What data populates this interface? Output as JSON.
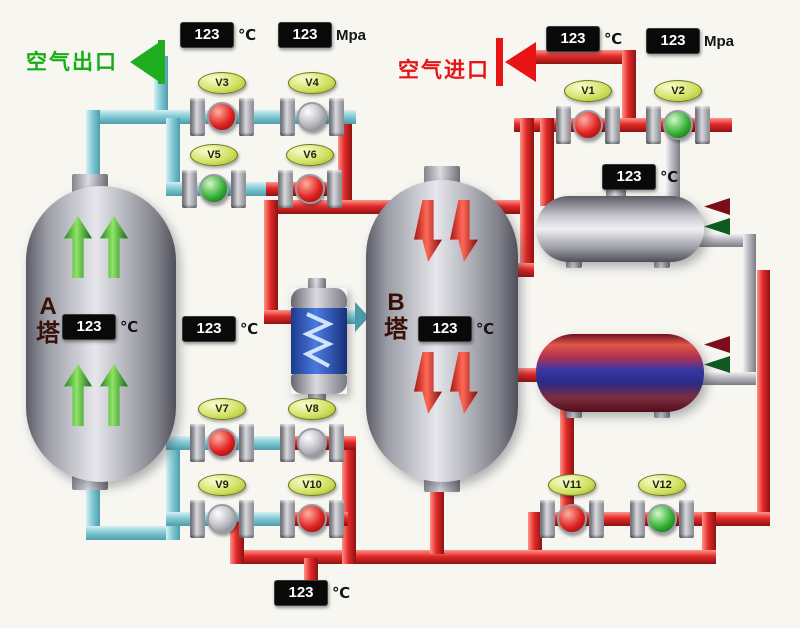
{
  "labels": {
    "air_outlet": "空气出口",
    "air_inlet": "空气进口",
    "tower_a": "A塔",
    "tower_b": "B塔"
  },
  "displays": [
    {
      "id": "outlet-temp",
      "value": "123",
      "unit": "℃"
    },
    {
      "id": "outlet-pressure",
      "value": "123",
      "unit": "Мра"
    },
    {
      "id": "inlet-temp",
      "value": "123",
      "unit": "℃"
    },
    {
      "id": "inlet-pressure",
      "value": "123",
      "unit": "Мра"
    },
    {
      "id": "top-tank-temp",
      "value": "123",
      "unit": "℃"
    },
    {
      "id": "tower-a-temp",
      "value": "123",
      "unit": "℃"
    },
    {
      "id": "hx-temp",
      "value": "123",
      "unit": "℃"
    },
    {
      "id": "tower-b-temp",
      "value": "123",
      "unit": "℃"
    },
    {
      "id": "bottom-temp",
      "value": "123",
      "unit": "℃"
    }
  ],
  "valves": [
    {
      "label": "V1",
      "state": "red"
    },
    {
      "label": "V2",
      "state": "green"
    },
    {
      "label": "V3",
      "state": "red"
    },
    {
      "label": "V4",
      "state": "gray"
    },
    {
      "label": "V5",
      "state": "green"
    },
    {
      "label": "V6",
      "state": "red"
    },
    {
      "label": "V7",
      "state": "red"
    },
    {
      "label": "V8",
      "state": "gray"
    },
    {
      "label": "V9",
      "state": "gray"
    },
    {
      "label": "V10",
      "state": "red"
    },
    {
      "label": "V11",
      "state": "red"
    },
    {
      "label": "V12",
      "state": "green"
    }
  ],
  "colors": {
    "pipe_hot": "#e22a2a",
    "pipe_cold": "#84ccd6",
    "pipe_neutral": "#b8b8c0",
    "valve_open_red": "#e02222",
    "valve_green": "#35b035",
    "valve_gray": "#b8b8c0",
    "air_outlet_text": "#14ae14",
    "air_inlet_text": "#e61414"
  }
}
